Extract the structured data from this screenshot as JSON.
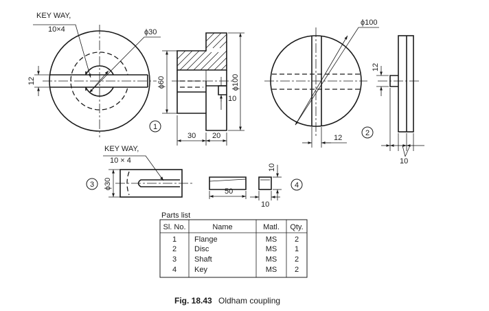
{
  "flange": {
    "keyway_label": "KEY WAY,",
    "keyway_size": "10×4",
    "dia_bore": "ϕ30",
    "dia_hub": "ϕ60",
    "dia_outer": "ϕ100",
    "dim_key_height": "12",
    "dim_hub_len": "30",
    "dim_flange_thk": "20",
    "dim_slot": "10",
    "part_no": "1"
  },
  "disc": {
    "dia": "ϕ100",
    "dim_tongue_w": "12",
    "dim_tongue_h": "12",
    "dim_thk": "10",
    "part_no": "2"
  },
  "shaft": {
    "keyway_label": "KEY WAY,",
    "keyway_size": "10 × 4",
    "dia": "ϕ30",
    "part_no": "3"
  },
  "key": {
    "length": "50",
    "height": "10",
    "width": "10",
    "part_no": "4"
  },
  "parts_list": {
    "title": "Parts list",
    "headers": [
      "Sl. No.",
      "Name",
      "Matl.",
      "Qty."
    ],
    "rows": [
      [
        "1",
        "Flange",
        "MS",
        "2"
      ],
      [
        "2",
        "Disc",
        "MS",
        "1"
      ],
      [
        "3",
        "Shaft",
        "MS",
        "2"
      ],
      [
        "4",
        "Key",
        "MS",
        "2"
      ]
    ]
  },
  "caption": {
    "fig_no": "Fig. 18.43",
    "title": "Oldham coupling"
  }
}
